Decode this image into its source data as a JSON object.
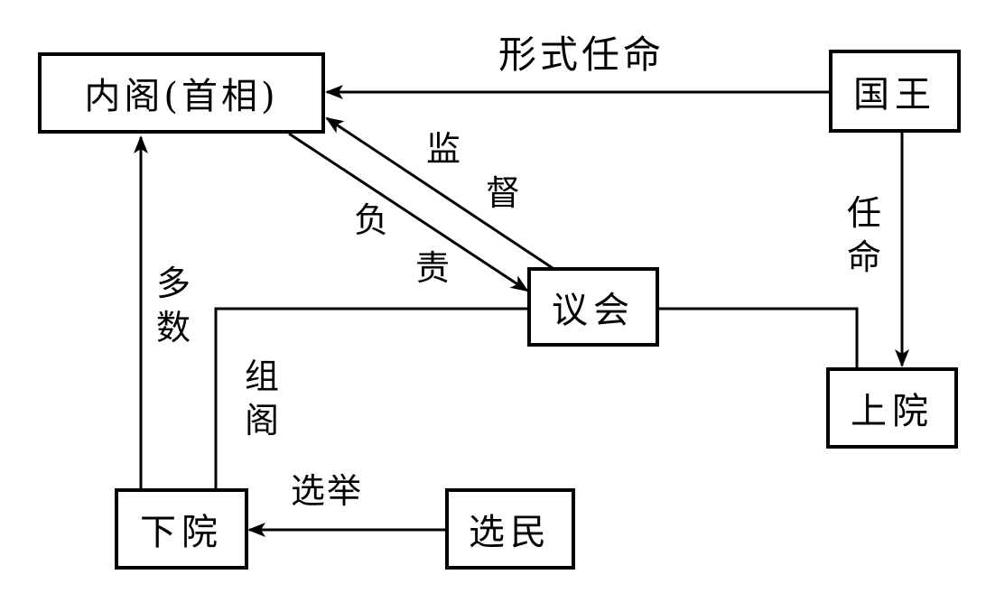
{
  "nodes": {
    "cabinet": "内阁(首相)",
    "monarch": "国王",
    "parliament": "议会",
    "upper_house": "上院",
    "lower_house": "下院",
    "voters": "选民"
  },
  "edges": {
    "monarch_to_cabinet": "形式任命",
    "monarch_to_upper_house": [
      "任",
      "命"
    ],
    "parliament_to_cabinet": [
      "监",
      "督"
    ],
    "cabinet_to_parliament": [
      "负",
      "责"
    ],
    "lower_house_to_cabinet": [
      "多",
      "数"
    ],
    "lower_house_forms_cabinet": [
      "组",
      "阁"
    ],
    "voters_to_lower_house": "选举"
  }
}
